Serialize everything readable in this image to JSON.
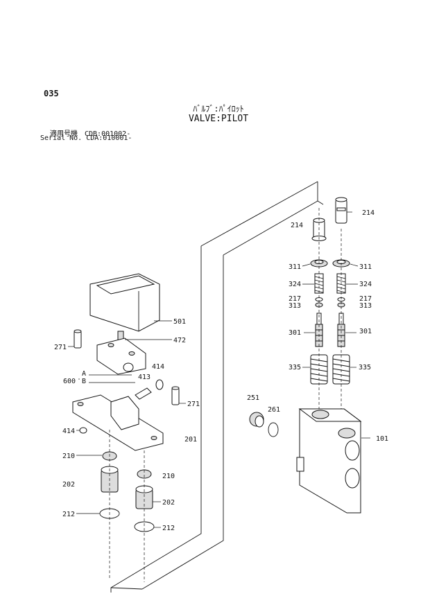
{
  "header": {
    "page_number": "035",
    "title_jp": "ﾊﾞﾙﾌﾞ:ﾊﾟｲﾛｯﾄ",
    "title_en": "VALVE:PILOT",
    "applicability_jp": "適用号機　CDB:001002-",
    "applicability_en": "Serial No. CDA:010001-"
  },
  "callouts": {
    "c214a": "214",
    "c214b": "214",
    "c311a": "311",
    "c311b": "311",
    "c324a": "324",
    "c324b": "324",
    "c217a": "217",
    "c217b": "217",
    "c313a": "313",
    "c313b": "313",
    "c301a": "301",
    "c301b": "301",
    "c335a": "335",
    "c335b": "335",
    "c251": "251",
    "c261": "261",
    "c101": "101",
    "c501": "501",
    "c472": "472",
    "c271a": "271",
    "c271b": "271",
    "c414a": "414",
    "c414b": "414",
    "c413": "413",
    "c600": "600",
    "cA": "A",
    "cB": "B",
    "c201": "201",
    "c210a": "210",
    "c210b": "210",
    "c202a": "202",
    "c202b": "202",
    "c212a": "212",
    "c212b": "212"
  }
}
